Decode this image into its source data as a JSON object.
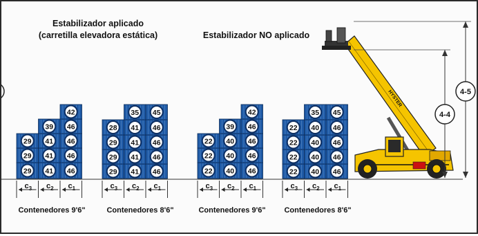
{
  "headings": {
    "left_line1": "Estabilizador aplicado",
    "left_line2": "(carretilla elevadora estática)",
    "right": "Estabilizador NO aplicado"
  },
  "stacks": [
    {
      "tiers": [
        [
          "29",
          "41",
          "46"
        ],
        [
          "29",
          "41",
          "46"
        ],
        [
          "29",
          "41",
          "46"
        ],
        [
          "39",
          "46"
        ],
        [
          "42"
        ]
      ]
    },
    {
      "tiers": [
        [
          "29",
          "41",
          "46"
        ],
        [
          "29",
          "41",
          "46"
        ],
        [
          "29",
          "41",
          "46"
        ],
        [
          "28",
          "41",
          "46"
        ],
        [
          "35",
          "45"
        ]
      ]
    },
    {
      "tiers": [
        [
          "22",
          "40",
          "46"
        ],
        [
          "22",
          "40",
          "46"
        ],
        [
          "22",
          "40",
          "46"
        ],
        [
          "39",
          "46"
        ],
        [
          "42"
        ]
      ]
    },
    {
      "tiers": [
        [
          "22",
          "40",
          "46"
        ],
        [
          "22",
          "40",
          "46"
        ],
        [
          "22",
          "40",
          "46"
        ],
        [
          "22",
          "40",
          "46"
        ],
        [
          "35",
          "45"
        ]
      ]
    }
  ],
  "rows": {
    "c1": {
      "base": "c",
      "sub": "1"
    },
    "c2": {
      "base": "c",
      "sub": "2"
    },
    "c3": {
      "base": "c",
      "sub": "3"
    }
  },
  "captions": [
    "Contenedores 9'6\"",
    "Contenedores 8'6\"",
    "Contenedores 9'6\"",
    "Contenedores 8'6\""
  ],
  "dimensions": {
    "outer": "4-5",
    "inner": "4-4"
  },
  "machine": {
    "brand": "HYSTER"
  },
  "colors": {
    "container": "#1f5aa6",
    "container_line": "#9ec2ea",
    "badge_ring": "#0d2f63",
    "machine": "#f5c400"
  }
}
